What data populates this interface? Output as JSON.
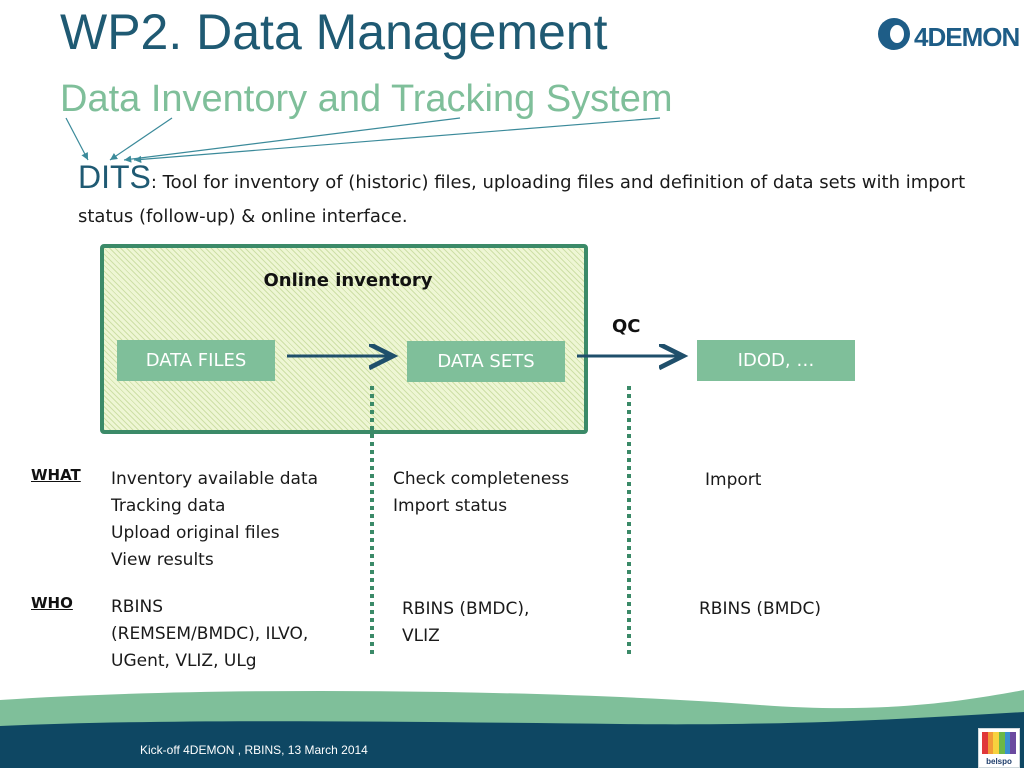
{
  "slide": {
    "title": "WP2. Data Management",
    "subtitle": "Data Inventory and Tracking System",
    "logo_text": "4DEMON",
    "dits_word": "DITS",
    "dits_line": ": Tool for inventory of (historic) files, uploading files and definition of data sets with import status (follow-up) & online interface."
  },
  "diagram": {
    "inventory_label": "Online inventory",
    "qc_label": "QC",
    "data_files": "DATA FILES",
    "data_sets": "DATA SETS",
    "idod": "IDOD, …"
  },
  "table": {
    "what_label": "WHAT",
    "who_label": "WHO",
    "what": [
      [
        "Inventory available data",
        "Tracking data",
        "Upload original files",
        "View results"
      ],
      [
        "Check completeness",
        "Import status"
      ],
      [
        "Import"
      ]
    ],
    "who": [
      [
        "RBINS",
        "(REMSEM/BMDC), ILVO,",
        "UGent, VLIZ, ULg"
      ],
      [
        "RBINS (BMDC),",
        "VLIZ"
      ],
      [
        "RBINS (BMDC)"
      ]
    ]
  },
  "footer": {
    "text": "Kick-off 4DEMON , RBINS, 13 March 2014",
    "belspo_label": "belspo"
  },
  "colors": {
    "title": "#1f5a73",
    "subtitle": "#7fbf9a",
    "box_fill": "#7fbf9a",
    "box_border": "#3b8a68",
    "arrow": "#1f4f6b",
    "dotted_line": "#3b8a68",
    "footer": "#0e4763"
  }
}
